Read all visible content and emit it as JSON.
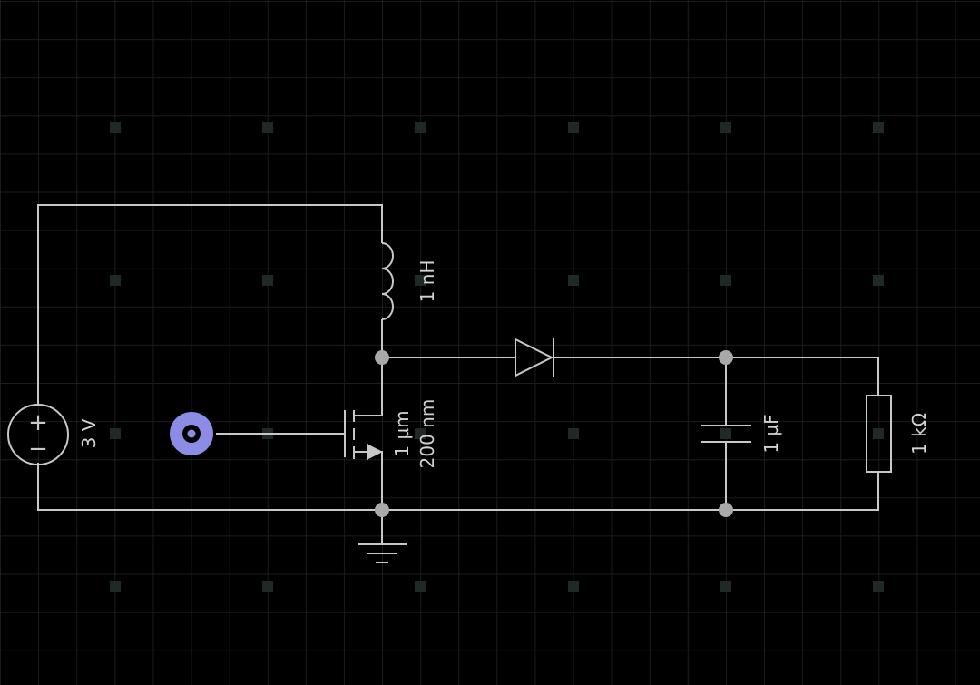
{
  "colors": {
    "background": "#000000",
    "grid_minor": "#1c1c1c",
    "grid_dot": "#1f2a24",
    "wire": "#c8c8c8",
    "node": "#a9a9a9",
    "probe": "#8c8ce6",
    "label": "#d2d2d2"
  },
  "labels": {
    "source_voltage": "3 V",
    "inductor": "1 nH",
    "mosfet_width": "1 µm",
    "mosfet_length": "200 nm",
    "capacitor": "1 µF",
    "resistor": "1 kΩ"
  },
  "symbols": {
    "source_plus": "+",
    "source_minus": "−"
  }
}
